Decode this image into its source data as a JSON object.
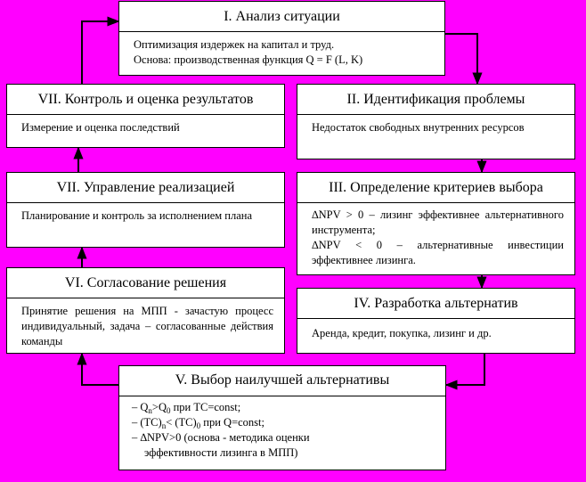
{
  "boxes": {
    "b1": {
      "title": "I. Анализ ситуации",
      "lines": [
        "Оптимизация издержек на капитал и труд.",
        "Основа: производственная функция  Q = F (L, K)"
      ]
    },
    "b2": {
      "title": "II. Идентификация проблемы",
      "text": "Недостаток свободных внутренних ресурсов"
    },
    "b3": {
      "title": "III. Определение критериев выбора",
      "text1": "∆NPV > 0 – лизинг эффективнее альтернативного инструмента;",
      "text2": "∆NPV < 0 – альтернативные инвестиции эффективнее лизинга."
    },
    "b4": {
      "title": "IV. Разработка альтернатив",
      "text": "Аренда, кредит, покупка, лизинг и др."
    },
    "b5": {
      "title": "V. Выбор наилучшей альтернативы",
      "l1_q": "Q",
      "l1_sub1": "n",
      "l1_gt": ">Q",
      "l1_sub2": "0",
      "l1_rest": " при TC=const;",
      "l2_a": "(TC)",
      "l2_sub1": "n",
      "l2_b": "< (TC)",
      "l2_sub2": "0",
      "l2_rest": " при Q=const;",
      "l3": "∆NPV>0 (основа - методика оценки",
      "l4": "эффективности лизинга в МПП)",
      "dash": "–"
    },
    "b6": {
      "title": "VI. Согласование решения",
      "text": "Принятие решения на МПП - зачастую процесс индивидуальный, задача – согласованные действия команды"
    },
    "b7a": {
      "title": "VII. Управление реализацией",
      "text": "Планирование и контроль за исполнением плана"
    },
    "b7b": {
      "title": "VII. Контроль и оценка результатов",
      "text": "Измерение и оценка последствий"
    }
  }
}
